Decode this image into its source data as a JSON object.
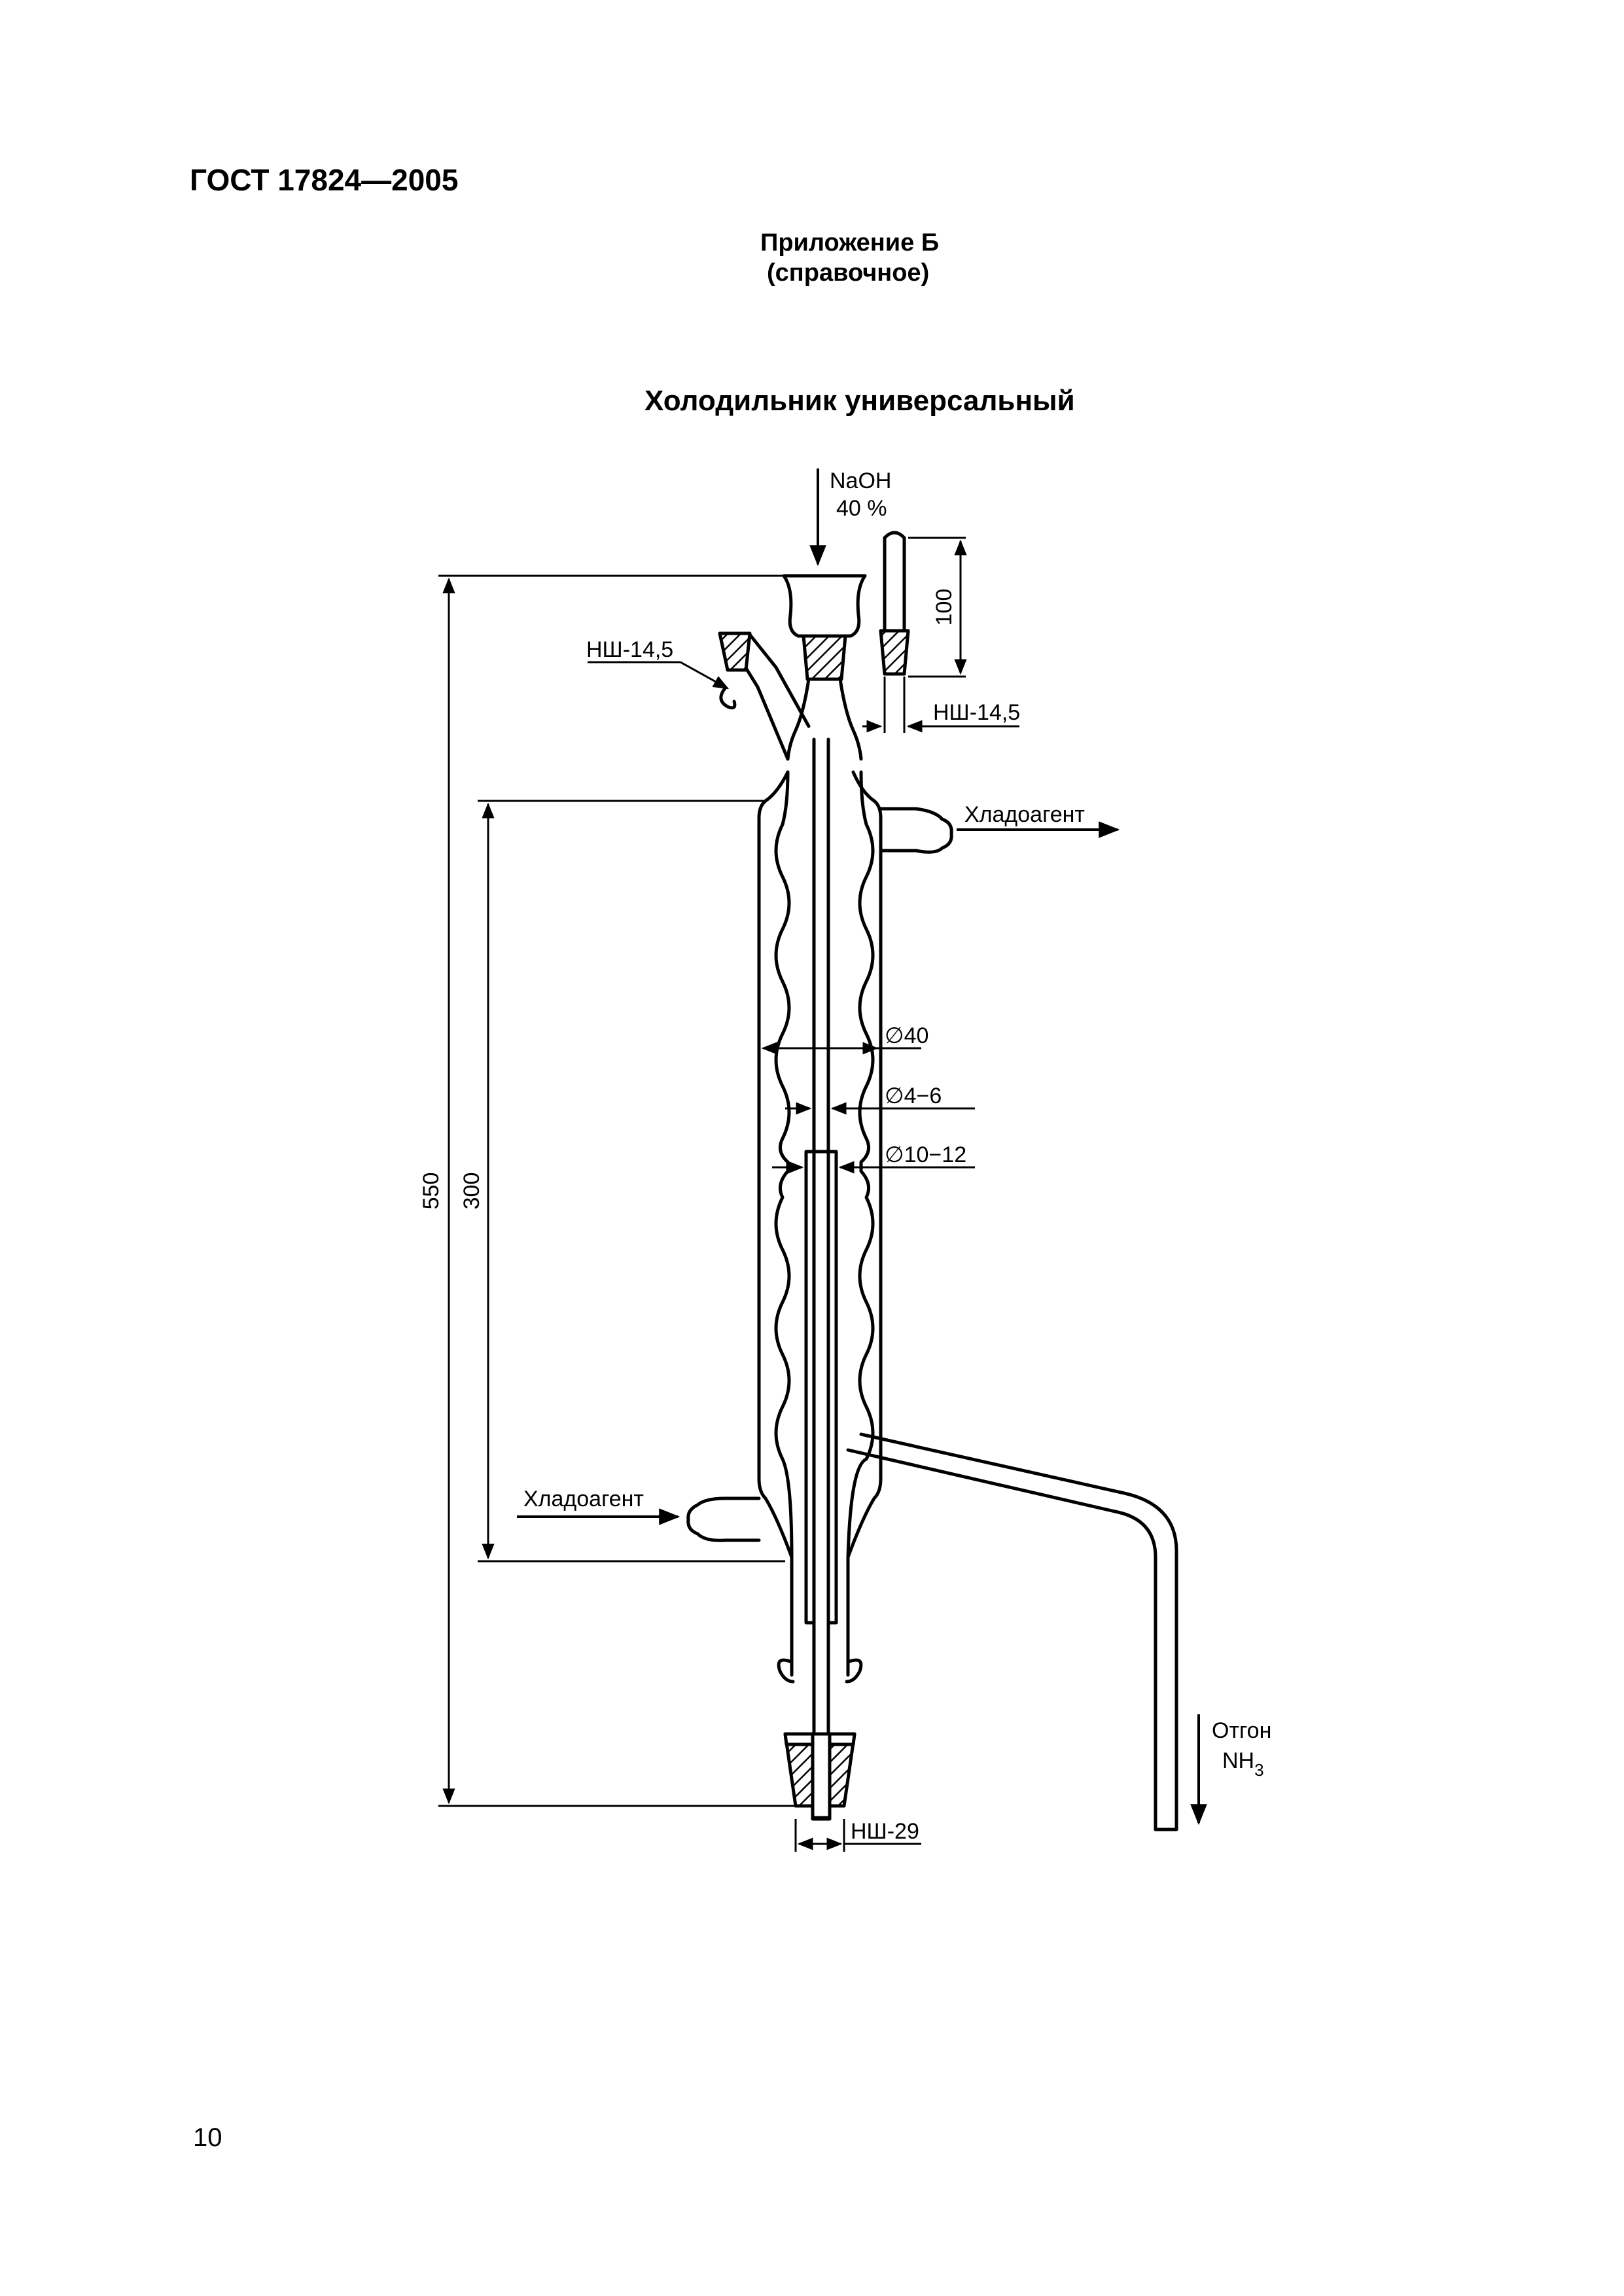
{
  "header": {
    "standard": "ГОСТ 17824—2005",
    "appendix_title": "Приложение Б",
    "appendix_note": "(справочное)"
  },
  "figure": {
    "title": "Холодильник универсальный",
    "labels": {
      "naoh_line1": "NaOH",
      "naoh_line2": "40 %",
      "joint_side": "НШ-14,5",
      "joint_rod": "НШ-14,5",
      "coolant_out": "Хладоагент",
      "coolant_in": "Хладоагент",
      "diameter_outer": "∅40",
      "diameter_inner": "∅4−6",
      "diameter_tube": "∅10−12",
      "joint_bottom": "НШ-29",
      "distillate_line1": "Отгон",
      "distillate_nh": "NH",
      "distillate_sub": "3"
    },
    "dimensions": {
      "total_height": "550",
      "jacket_height": "300",
      "rod_height": "100"
    }
  },
  "page": {
    "number": "10"
  }
}
